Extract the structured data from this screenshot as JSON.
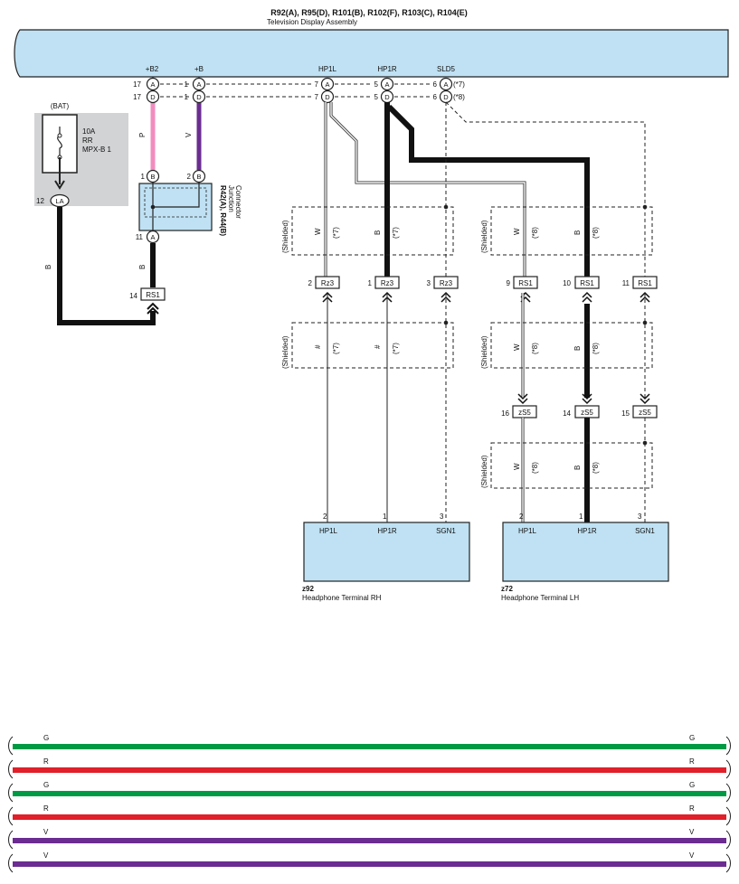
{
  "header": {
    "title": "R92(A), R95(D), R101(B), R102(F), R103(C), R104(E)",
    "subtitle": "Television Display Assembly"
  },
  "pins_top": {
    "b2": {
      "label": "+B2",
      "pinA": "17",
      "pinD": "17"
    },
    "b": {
      "label": "+B",
      "pinA": "1",
      "pinD": "1"
    },
    "hp1l": {
      "label": "HP1L",
      "pinA": "7",
      "pinD": "7"
    },
    "hp1r": {
      "label": "HP1R",
      "pinA": "5",
      "pinD": "5"
    },
    "sld5": {
      "label": "SLD5",
      "pinA": "6",
      "pinD": "6",
      "noteA": "(*7)",
      "noteD": "(*8)"
    }
  },
  "letters": {
    "A": "A",
    "D": "D",
    "B": "B",
    "LA": "LA"
  },
  "fuse": {
    "source": "(BAT)",
    "rating": "10A",
    "name1": "RR",
    "name2": "MPX-B 1",
    "pin": "12"
  },
  "junction": {
    "title": "R42(A), R44(B)",
    "line1": "Junction",
    "line2": "Connector",
    "pin1": "1",
    "pin2": "2",
    "pin11": "11"
  },
  "wire_colors": {
    "P": "P",
    "V": "V",
    "B": "B",
    "W": "W",
    "hash": "#"
  },
  "notes": {
    "n7": "(*7)",
    "n8": "(*8)",
    "shielded": "(Shielded)"
  },
  "connectors": {
    "rz3": "Rz3",
    "rs1": "RS1",
    "zs5": "zS5",
    "rz3_pins": [
      "2",
      "1",
      "3"
    ],
    "rs1_pins": [
      "9",
      "10",
      "11"
    ],
    "rs1_left_pin": "14",
    "zs5_pins": [
      "16",
      "14",
      "15"
    ]
  },
  "terminal_rh": {
    "code": "z92",
    "name": "Headphone Terminal RH",
    "pins": [
      "2",
      "1",
      "3"
    ],
    "labels": [
      "HP1L",
      "HP1R",
      "SGN1"
    ]
  },
  "terminal_lh": {
    "code": "z72",
    "name": "Headphone Terminal LH",
    "pins": [
      "2",
      "1",
      "3"
    ],
    "labels": [
      "HP1L",
      "HP1R",
      "SGN1"
    ]
  },
  "legend": [
    {
      "letter": "G",
      "color": "#009a44"
    },
    {
      "letter": "R",
      "color": "#e0202a"
    },
    {
      "letter": "G",
      "color": "#009a44"
    },
    {
      "letter": "R",
      "color": "#e0202a"
    },
    {
      "letter": "V",
      "color": "#6b2c91"
    },
    {
      "letter": "V",
      "color": "#6b2c91"
    }
  ]
}
